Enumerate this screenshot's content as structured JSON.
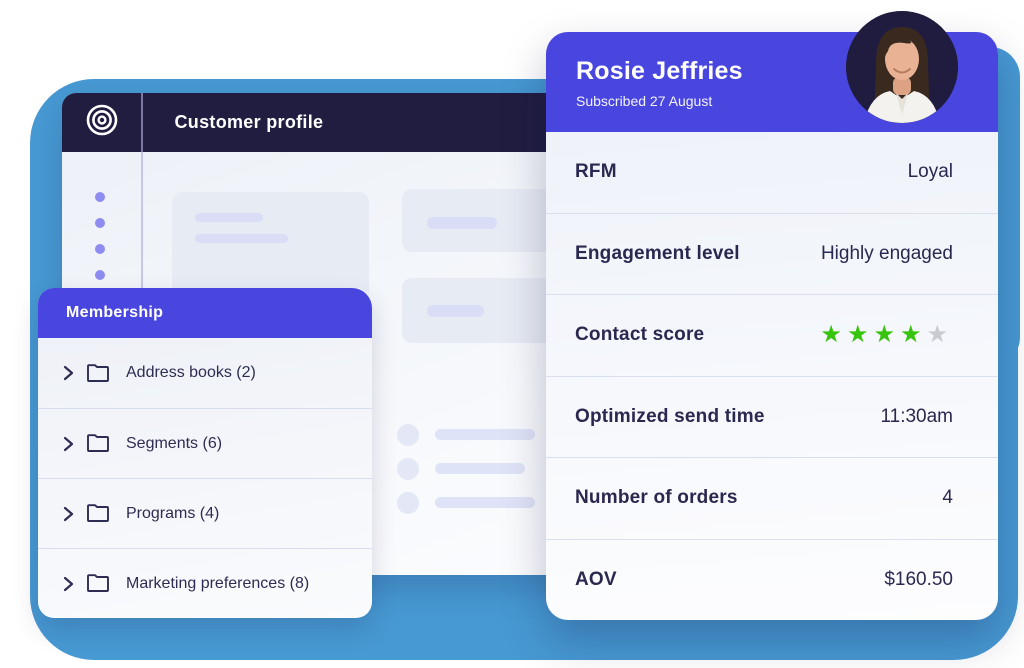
{
  "colors": {
    "blob_blue": "#4799D3",
    "brand_purple": "#4946E0",
    "header_navy": "#211D41",
    "text_navy": "#2B2850",
    "star_green": "#36C40E",
    "star_gray": "#C9CBD3"
  },
  "window": {
    "title": "Customer profile",
    "logo": "bullseye-icon"
  },
  "membership": {
    "title": "Membership",
    "items": [
      {
        "label": "Address books (2)"
      },
      {
        "label": "Segments (6)"
      },
      {
        "label": "Programs (4)"
      },
      {
        "label": "Marketing preferences (8)"
      }
    ]
  },
  "profile": {
    "name": "Rosie Jeffries",
    "subscription": "Subscribed 27 August",
    "rows": [
      {
        "label": "RFM",
        "value": "Loyal"
      },
      {
        "label": "Engagement level",
        "value": "Highly engaged"
      },
      {
        "label": "Contact score"
      },
      {
        "label": "Optimized send time",
        "value": "11:30am"
      },
      {
        "label": "Number of orders",
        "value": "4"
      },
      {
        "label": "AOV",
        "value": "$160.50"
      }
    ],
    "contact_score": {
      "filled": 4,
      "total": 5,
      "filled_display": "★★★★",
      "empty_display": "★"
    }
  }
}
